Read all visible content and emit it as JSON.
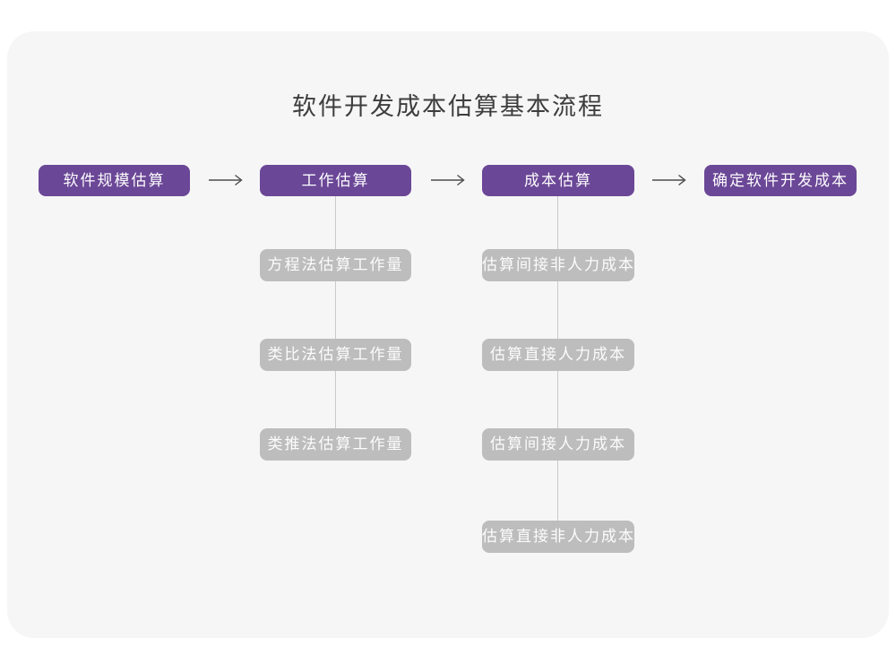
{
  "title": "软件开发成本估算基本流程",
  "colors": {
    "accent_purple": "#6b4797",
    "sub_box_gray": "#bdbdbd",
    "card_background": "#f6f6f7",
    "page_background": "#ffffff",
    "connector_line": "#c7cacc",
    "arrow": "#4d4d4d",
    "title_text": "#3d3d3d",
    "box_text": "#fcfcfd"
  },
  "flow": {
    "main_steps": [
      {
        "label": "软件规模估算",
        "children": []
      },
      {
        "label": "工作估算",
        "children": [
          "方程法估算工作量",
          "类比法估算工作量",
          "类推法估算工作量"
        ]
      },
      {
        "label": "成本估算",
        "children": [
          "估算间接非人力成本",
          "估算直接人力成本",
          "估算间接人力成本",
          "估算直接非人力成本"
        ]
      },
      {
        "label": "确定软件开发成本",
        "children": []
      }
    ]
  }
}
